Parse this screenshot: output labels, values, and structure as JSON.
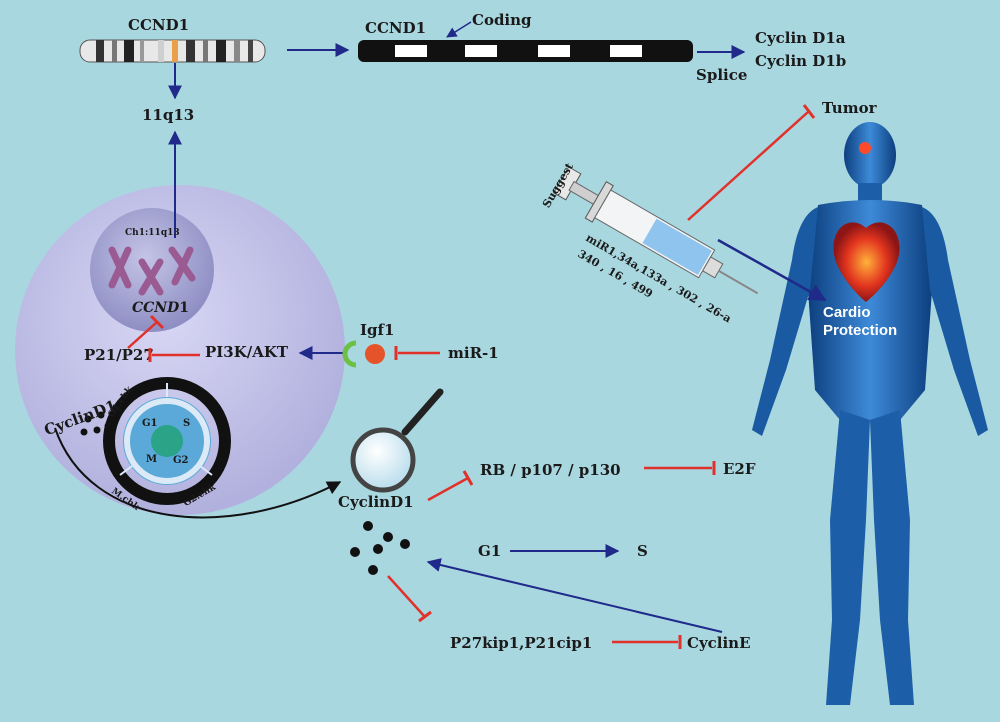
{
  "top": {
    "chrom_label": "CCND1",
    "gene_label": "CCND1",
    "coding_label": "Coding",
    "splice_label": "Splice",
    "variant_a": "Cyclin D1a",
    "variant_b": "Cyclin D1b",
    "locus": "11q13"
  },
  "cell": {
    "nucleus_label": "Ch1:11q13",
    "nucleus_gene_main": "CCND",
    "nucleus_gene_suffix": "1",
    "cyclin_label": "CyclinD1",
    "cycle": {
      "g1": "G1",
      "s": "S",
      "m": "M",
      "g2": "G2",
      "g1_chk": "G1.chk",
      "m_chk": "M.chk",
      "g2_chk": "G2.chk"
    }
  },
  "pathway": {
    "p21_p27": "P21/P27",
    "pi3k_akt": "PI3K/AKT",
    "igf1": "Igf1",
    "mir1": "miR-1"
  },
  "lower": {
    "cyclind1": "CyclinD1",
    "rb_family": "RB / p107 / p130",
    "e2f": "E2F",
    "g1": "G1",
    "s": "S",
    "cki": "P27kip1,P21cip1",
    "cycline": "CyclinE"
  },
  "therapy": {
    "suggest": "Suggest",
    "mirna_line1": "miR1,34a,133a , 302 , 26-a",
    "mirna_line2": "340 , 16 , 499",
    "tumor": "Tumor",
    "cardio1": "Cardio",
    "cardio2": "Protection"
  },
  "colors": {
    "activate_arrow": "#1f2a8a",
    "inhibit_arrow": "#e0312b",
    "background": "#a9d7df",
    "cell": "#c7c6ec",
    "body": "#1c5fa8"
  }
}
